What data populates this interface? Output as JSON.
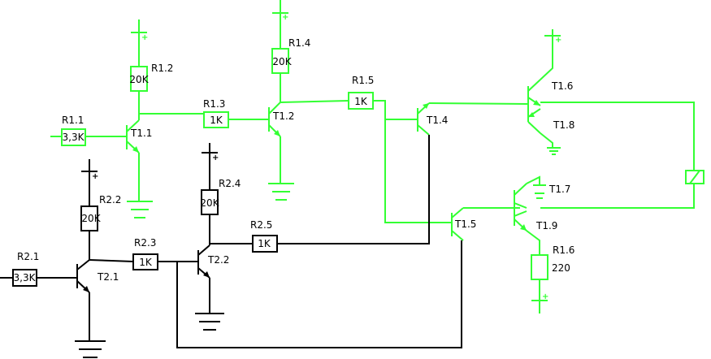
{
  "colors": {
    "active": "#33ff33",
    "inactive": "#000000",
    "background": "#ffffff"
  },
  "resistors": {
    "r1_1": {
      "name": "R1.1",
      "value": "3,3K"
    },
    "r1_2": {
      "name": "R1.2",
      "value": "20K"
    },
    "r1_3": {
      "name": "R1.3",
      "value": "1K"
    },
    "r1_4": {
      "name": "R1.4",
      "value": "20K"
    },
    "r1_5": {
      "name": "R1.5",
      "value": "1K"
    },
    "r1_6": {
      "name": "R1.6",
      "value": "220"
    },
    "r2_1": {
      "name": "R2.1",
      "value": "3,3K"
    },
    "r2_2": {
      "name": "R2.2",
      "value": "20K"
    },
    "r2_3": {
      "name": "R2.3",
      "value": "1K"
    },
    "r2_4": {
      "name": "R2.4",
      "value": "20K"
    },
    "r2_5": {
      "name": "R2.5",
      "value": "1K"
    }
  },
  "transistors": {
    "t1_1": "T1.1",
    "t1_2": "T1.2",
    "t1_4": "T1.4",
    "t1_5": "T1.5",
    "t1_6": "T1.6",
    "t1_7": "T1.7",
    "t1_8": "T1.8",
    "t1_9": "T1.9",
    "t2_1": "T2.1",
    "t2_2": "T2.2"
  },
  "supply_symbols": {
    "plus": "+"
  }
}
